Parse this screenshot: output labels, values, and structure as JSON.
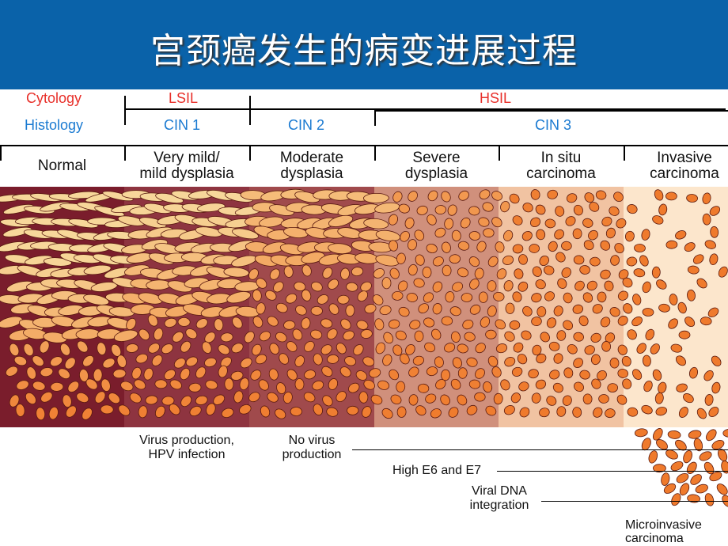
{
  "title": "宫颈癌发生的病变进展过程",
  "rows": {
    "cytology_label": "Cytology",
    "histology_label": "Histology"
  },
  "cytology": {
    "lsil": "LSIL",
    "hsil": "HSIL"
  },
  "histology": {
    "cin1": "CIN 1",
    "cin2": "CIN 2",
    "cin3": "CIN 3"
  },
  "stages": [
    {
      "line1": "Normal",
      "line2": ""
    },
    {
      "line1": "Very mild/",
      "line2": "mild dysplasia"
    },
    {
      "line1": "Moderate",
      "line2": "dysplasia"
    },
    {
      "line1": "Severe",
      "line2": "dysplasia"
    },
    {
      "line1": "In situ",
      "line2": "carcinoma"
    },
    {
      "line1": "Invasive",
      "line2": "carcinoma"
    }
  ],
  "annotations": {
    "virus_production_1": "Virus production,",
    "virus_production_2": "HPV infection",
    "no_virus_1": "No virus",
    "no_virus_2": "production",
    "high_e6_e7": "High E6 and E7",
    "viral_dna_1": "Viral DNA",
    "viral_dna_2": "integration",
    "microinvasive_1": "Microinvasive",
    "microinvasive_2": "carcinoma"
  },
  "colors": {
    "title_bar": "#0a62a9",
    "cytology_text": "#e8302a",
    "histology_text": "#1a7ad1",
    "band_backgrounds": [
      "#7a1d2c",
      "#8e3440",
      "#a04a4c",
      "#d0907c",
      "#f1c3a2",
      "#fce6cc"
    ],
    "mature_cell": "#f7d79a",
    "dysplastic_cell": "#ef7a2c"
  }
}
